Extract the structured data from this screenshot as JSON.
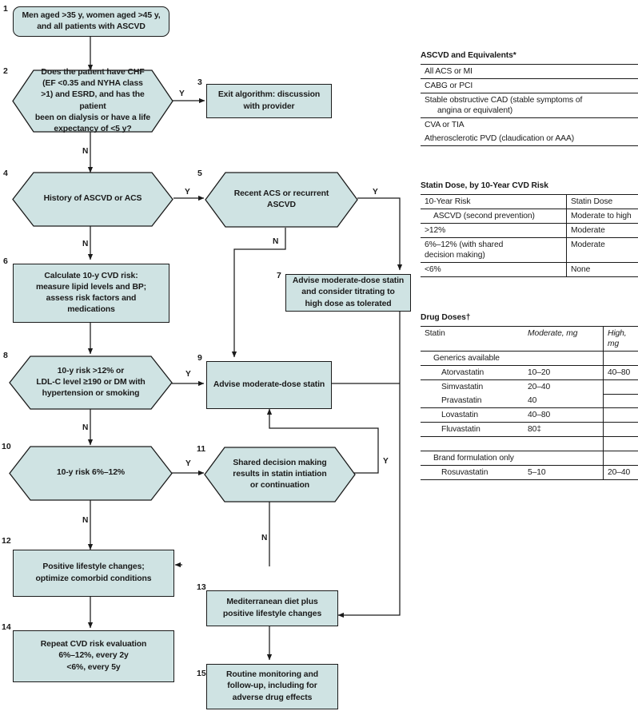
{
  "colors": {
    "node_fill": "#cfe3e3",
    "stroke": "#1a1a1a",
    "page_bg": "#ffffff"
  },
  "flow": {
    "nodes": [
      {
        "num": "1",
        "label": "Men aged >35 y, women aged >45 y,\nand all patients with ASCVD",
        "shape": "rounded-box"
      },
      {
        "num": "2",
        "label": "Does the patient have CHF\n(EF <0.35 and NYHA class\n>1) and ESRD, and has the patient\nbeen on dialysis or have a life\nexpectancy of <5 y?",
        "shape": "hexagon"
      },
      {
        "num": "3",
        "label": "Exit algorithm: discussion\nwith provider",
        "shape": "box"
      },
      {
        "num": "4",
        "label": "History of ASCVD or ACS",
        "shape": "hexagon"
      },
      {
        "num": "5",
        "label": "Recent ACS or recurrent\nASCVD",
        "shape": "hexagon"
      },
      {
        "num": "6",
        "label": "Calculate 10-y CVD risk:\nmeasure lipid levels and BP;\nassess risk factors and\nmedications",
        "shape": "box"
      },
      {
        "num": "7",
        "label": "Advise moderate-dose statin\nand consider titrating to\nhigh dose as tolerated",
        "shape": "box"
      },
      {
        "num": "8",
        "label": "10-y risk >12% or\nLDL-C level ≥190 or DM with\nhypertension or smoking",
        "shape": "hexagon"
      },
      {
        "num": "9",
        "label": "Advise moderate-dose statin",
        "shape": "box"
      },
      {
        "num": "10",
        "label": "10-y risk 6%–12%",
        "shape": "hexagon"
      },
      {
        "num": "11",
        "label": "Shared decision making\nresults in statin intiation\nor continuation",
        "shape": "hexagon"
      },
      {
        "num": "12",
        "label": "Positive lifestyle changes;\noptimize comorbid conditions",
        "shape": "box"
      },
      {
        "num": "13",
        "label": "Mediterranean diet plus\npositive lifestyle changes",
        "shape": "box"
      },
      {
        "num": "14",
        "label": "Repeat CVD risk evaluation\n6%–12%, every 2y\n<6%, every 5y",
        "shape": "box"
      },
      {
        "num": "15",
        "label": "Routine monitoring and\nfollow-up, including for\nadverse drug effects",
        "shape": "box"
      }
    ],
    "edge_labels": {
      "n2_yes": "Y",
      "n2_no": "N",
      "n4_yes": "Y",
      "n4_no": "N",
      "n5_yes": "Y",
      "n5_no": "N",
      "n8_yes": "Y",
      "n8_no": "N",
      "n10_yes": "Y",
      "n10_no": "N",
      "n11_yes": "Y",
      "n11_no": "N"
    }
  },
  "table_ascvd": {
    "title": "ASCVD and Equivalents*",
    "rows": [
      {
        "line1": "All ACS or MI",
        "line2": ""
      },
      {
        "line1": "CABG or PCI",
        "line2": ""
      },
      {
        "line1": "Stable obstructive CAD (stable symptoms of",
        "line2": "angina or equivalent)"
      },
      {
        "line1": "CVA or TIA",
        "line2": ""
      },
      {
        "line1": "Atherosclerotic PVD (claudication or AAA)",
        "line2": ""
      }
    ]
  },
  "table_statin_dose": {
    "title": "Statin Dose, by 10-Year CVD Risk",
    "headers": [
      "10-Year Risk",
      "Statin Dose"
    ],
    "rows": [
      {
        "risk": "ASCVD (second prevention)",
        "risk_line2": "",
        "dose": "Moderate to high",
        "indent": 1
      },
      {
        "risk": ">12%",
        "risk_line2": "",
        "dose": "Moderate",
        "indent": 0
      },
      {
        "risk": "6%–12% (with shared",
        "risk_line2": "decision making)",
        "dose": "Moderate",
        "indent": 0
      },
      {
        "risk": "<6%",
        "risk_line2": "",
        "dose": "None",
        "indent": 0
      }
    ]
  },
  "table_drug_doses": {
    "title": "Drug Doses†",
    "headers": [
      "Statin",
      "Moderate, mg",
      "High, mg"
    ],
    "rows": [
      {
        "statin": "Generics available",
        "moderate": "",
        "high": "",
        "indent": 1
      },
      {
        "statin": "Atorvastatin",
        "moderate": "10–20",
        "high": "40–80",
        "indent": 2
      },
      {
        "statin": "Simvastatin",
        "moderate": "20–40",
        "high": "",
        "indent": 2
      },
      {
        "statin": "Pravastatin",
        "moderate": "40",
        "high": "",
        "indent": 2
      },
      {
        "statin": "Lovastatin",
        "moderate": "40–80",
        "high": "",
        "indent": 2
      },
      {
        "statin": "Fluvastatin",
        "moderate": "80‡",
        "high": "",
        "indent": 2
      },
      {
        "statin": "",
        "moderate": "",
        "high": "",
        "indent": 0
      },
      {
        "statin": "Brand formulation only",
        "moderate": "",
        "high": "",
        "indent": 1
      },
      {
        "statin": "Rosuvastatin",
        "moderate": "5–10",
        "high": "20–40",
        "indent": 2
      }
    ]
  }
}
